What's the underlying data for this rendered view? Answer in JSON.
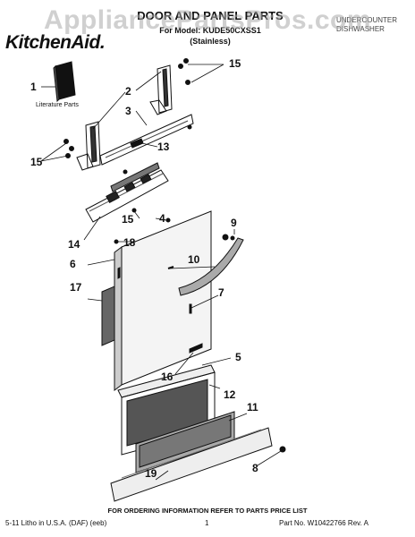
{
  "header": {
    "watermark": "AppliancePartsPros.com",
    "brand": "KitchenAid.",
    "title": "DOOR AND PANEL PARTS",
    "model": "For Model: KUDE50CXSS1",
    "variant": "(Stainless)",
    "category_line1": "UNDERCOUNTER",
    "category_line2": "DISHWASHER"
  },
  "diagram": {
    "literature_label": "Literature Parts",
    "callouts": [
      "1",
      "2",
      "3",
      "4",
      "5",
      "6",
      "7",
      "8",
      "9",
      "10",
      "11",
      "12",
      "13",
      "14",
      "15",
      "15",
      "15",
      "16",
      "17",
      "18",
      "19"
    ]
  },
  "footer": {
    "note": "FOR ORDERING INFORMATION REFER TO PARTS PRICE LIST",
    "left": "5-11 Litho in U.S.A. (DAF) (eeb)",
    "page": "1",
    "right": "Part No. W10422766 Rev. A"
  }
}
